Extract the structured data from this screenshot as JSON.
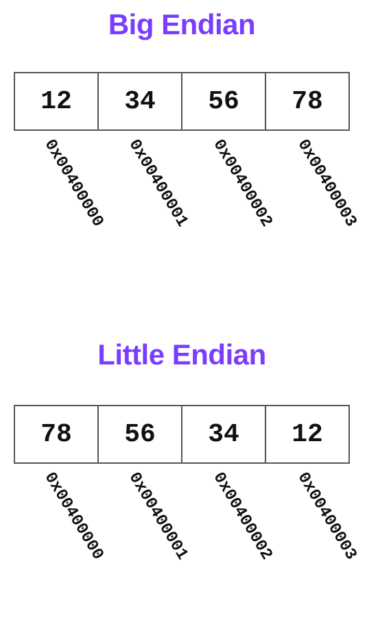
{
  "big_endian": {
    "title": "Big Endian",
    "bytes": [
      "12",
      "34",
      "56",
      "78"
    ],
    "addresses": [
      "0x00400000",
      "0x00400001",
      "0x00400002",
      "0x00400003"
    ]
  },
  "little_endian": {
    "title": "Little Endian",
    "bytes": [
      "78",
      "56",
      "34",
      "12"
    ],
    "addresses": [
      "0x00400000",
      "0x00400001",
      "0x00400002",
      "0x00400003"
    ]
  },
  "colors": {
    "title": "#7a3cff",
    "border": "#555555",
    "text": "#111111"
  }
}
